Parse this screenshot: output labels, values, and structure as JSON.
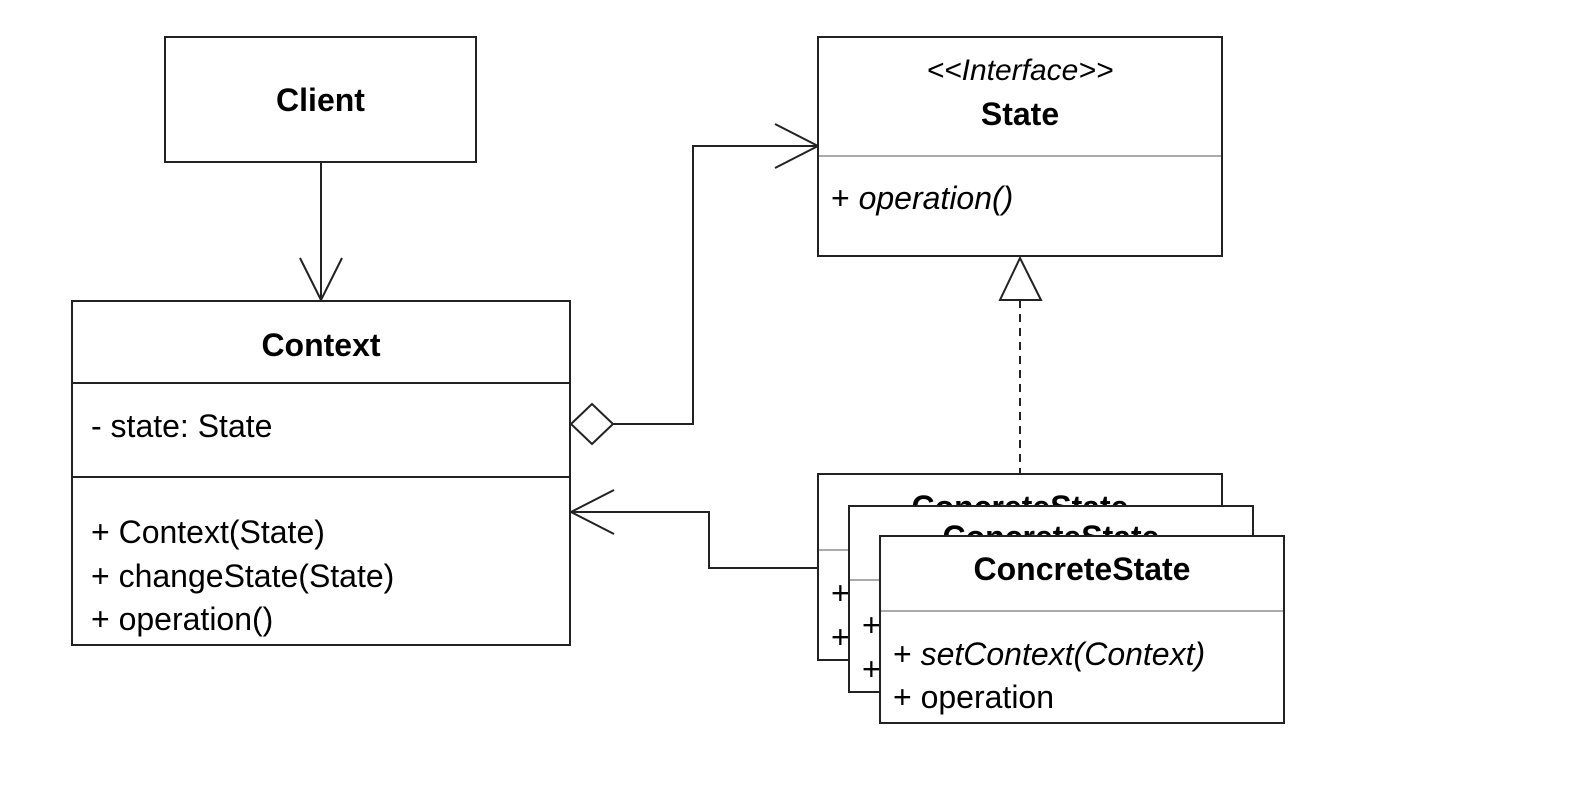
{
  "client": {
    "title": "Client"
  },
  "state": {
    "stereotype": "<<Interface>>",
    "title": "State",
    "operations": [
      {
        "prefix": "+ ",
        "name": "operation()"
      }
    ]
  },
  "context": {
    "title": "Context",
    "attributes": [
      {
        "text": "- state: State"
      }
    ],
    "operations": [
      {
        "text": "+ Context(State)"
      },
      {
        "text": "+ changeState(State)"
      },
      {
        "text": "+ operation()"
      }
    ]
  },
  "concrete_state": {
    "title": "ConcreteState",
    "operations": [
      {
        "prefix": "+ ",
        "name": "setContext(Context)"
      },
      {
        "prefix": "+ ",
        "name": "operation"
      }
    ]
  },
  "relationships": [
    {
      "from": "Client",
      "to": "Context",
      "type": "association"
    },
    {
      "from": "Context",
      "to": "State",
      "type": "aggregation"
    },
    {
      "from": "ConcreteState",
      "to": "State",
      "type": "realization"
    },
    {
      "from": "ConcreteState",
      "to": "Context",
      "type": "association"
    }
  ]
}
